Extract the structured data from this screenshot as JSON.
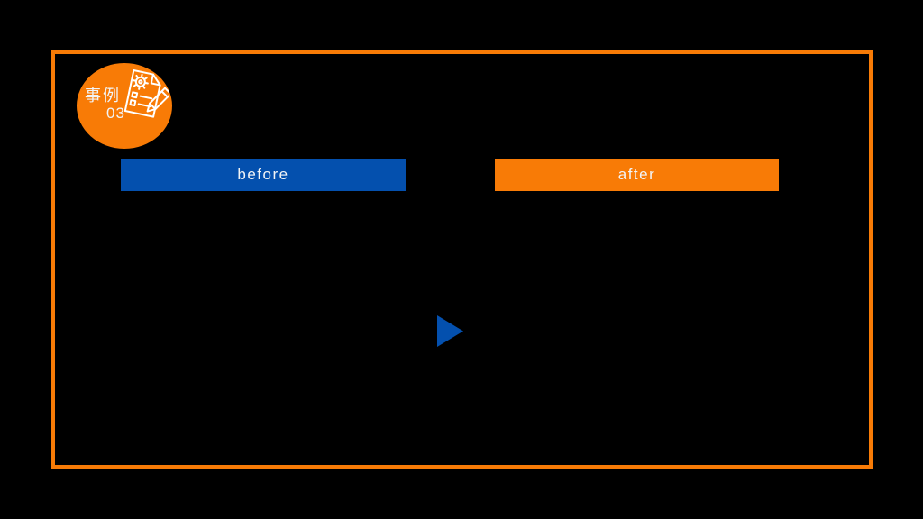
{
  "badge": {
    "label": "事例",
    "number": "03",
    "icon": "document-gear-pencil-icon"
  },
  "comparison": {
    "before_label": "before",
    "after_label": "after",
    "arrow_icon": "right-arrow-triangle-icon"
  },
  "colors": {
    "background": "#000000",
    "accent_orange": "#f87b06",
    "accent_blue": "#0450ae",
    "label_text": "#f2f4f6"
  }
}
